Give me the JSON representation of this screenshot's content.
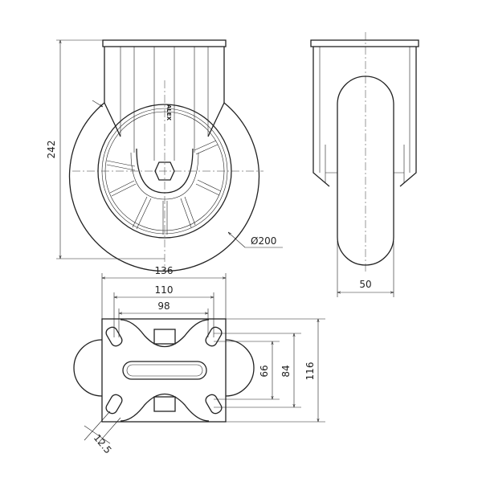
{
  "drawing": {
    "title": "Fixed castor technical drawing",
    "logo_text": "ALEX",
    "front_view": {
      "height_label": "242",
      "diameter_label": "Ø200",
      "width_label": "136"
    },
    "side_view": {
      "wheel_width_label": "50"
    },
    "bottom_view": {
      "plate_width_label": "136",
      "hole_span_outer_label": "110",
      "hole_span_inner_label": "98",
      "hole_span_v_inner_label": "66",
      "hole_span_v_outer_label": "84",
      "plate_length_label": "116",
      "slot_width_label": "12.5"
    }
  }
}
